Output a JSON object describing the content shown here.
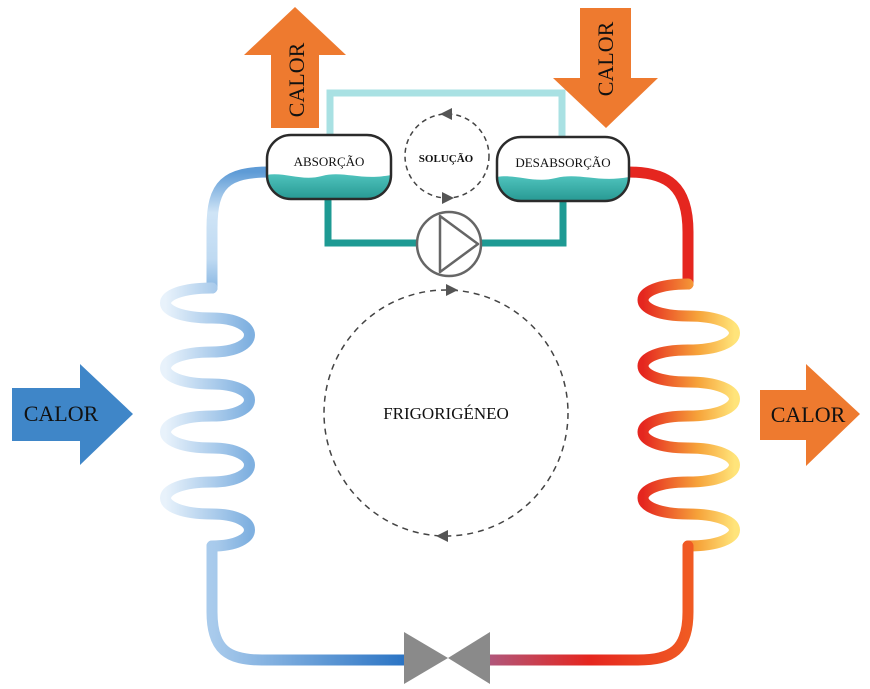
{
  "diagram": {
    "labels": {
      "absorption": "ABSORÇÃO",
      "desorption": "DESABSORÇÃO",
      "solution": "SOLUÇÃO",
      "refrigerant": "FRIGORIGÉNEO"
    },
    "heat_arrows": {
      "top_left_out": "CALOR",
      "top_right_in": "CALOR",
      "left_in": "CALOR",
      "right_out": "CALOR"
    },
    "components": [
      "absorber-tank",
      "desorber-tank",
      "solution-pump",
      "expansion-valve",
      "evaporator-coil",
      "condenser-coil"
    ],
    "colors": {
      "heat_orange": "#EE7A2F",
      "heat_blue": "#3F86C8",
      "solution_teal": "#1E9A93",
      "solution_light": "#A9E1E3",
      "cold_blue": "#5E9BD6",
      "cold_light": "#CFE4F6",
      "hot_red": "#E5261F",
      "hot_yellow": "#FFD860",
      "valve_gray": "#8A8A8A"
    }
  }
}
